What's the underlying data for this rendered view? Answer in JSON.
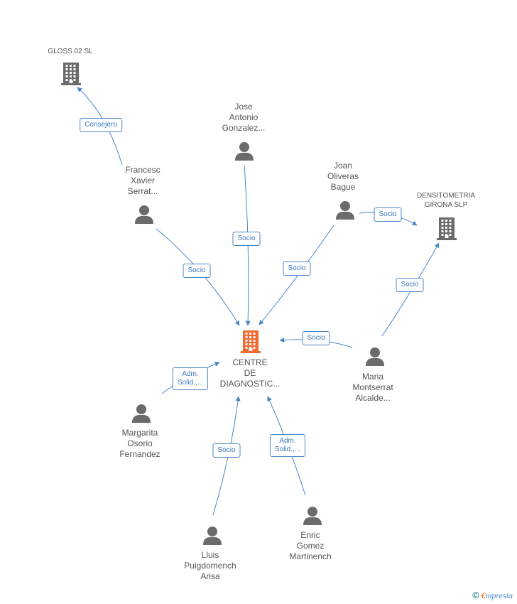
{
  "colors": {
    "edge": "#4a86c8",
    "company": "#6b6b6b",
    "company_focus": "#f26a2e",
    "person": "#6b6b6b"
  },
  "nodes": {
    "gloss": {
      "lines": [
        "GLOSS 02 SL"
      ],
      "icon": "building-icon"
    },
    "densito": {
      "lines": [
        "DENSITOMETRIA",
        "GIRONA SLP"
      ],
      "icon": "building-icon"
    },
    "centre": {
      "lines": [
        "CENTRE",
        "DE",
        "DIAGNOSTIC..."
      ],
      "icon": "building-icon"
    },
    "jose": {
      "lines": [
        "Jose",
        "Antonio",
        "Gonzalez..."
      ],
      "icon": "person-icon"
    },
    "francesc": {
      "lines": [
        "Francesc",
        "Xavier",
        "Serrat..."
      ],
      "icon": "person-icon"
    },
    "joan": {
      "lines": [
        "Joan",
        "Oliveras",
        "Bague"
      ],
      "icon": "person-icon"
    },
    "maria": {
      "lines": [
        "Maria",
        "Montserrat",
        "Alcalde..."
      ],
      "icon": "person-icon"
    },
    "margarita": {
      "lines": [
        "Margarita",
        "Osorio",
        "Fernandez"
      ],
      "icon": "person-icon"
    },
    "lluis": {
      "lines": [
        "Lluis",
        "Puigdomench",
        "Arisa"
      ],
      "icon": "person-icon"
    },
    "enric": {
      "lines": [
        "Enric",
        "Gomez",
        "Martinench"
      ],
      "icon": "person-icon"
    }
  },
  "edges": {
    "consejero": {
      "lines": [
        "Consejero"
      ]
    },
    "jose_socio": {
      "lines": [
        "Socio"
      ]
    },
    "francesc_socio": {
      "lines": [
        "Socio"
      ]
    },
    "joan_socio": {
      "lines": [
        "Socio"
      ]
    },
    "joan_densito_socio": {
      "lines": [
        "Socio"
      ]
    },
    "maria_densito_socio": {
      "lines": [
        "Socio"
      ]
    },
    "maria_socio": {
      "lines": [
        "Socio"
      ]
    },
    "margarita_adm": {
      "lines": [
        "Adm.",
        "Solid.,..."
      ]
    },
    "lluis_socio": {
      "lines": [
        "Socio"
      ]
    },
    "enric_adm": {
      "lines": [
        "Adm.",
        "Solid.,..."
      ]
    }
  },
  "brand": {
    "symbol": "©",
    "name_first": "€",
    "name_rest": "mpresia"
  }
}
